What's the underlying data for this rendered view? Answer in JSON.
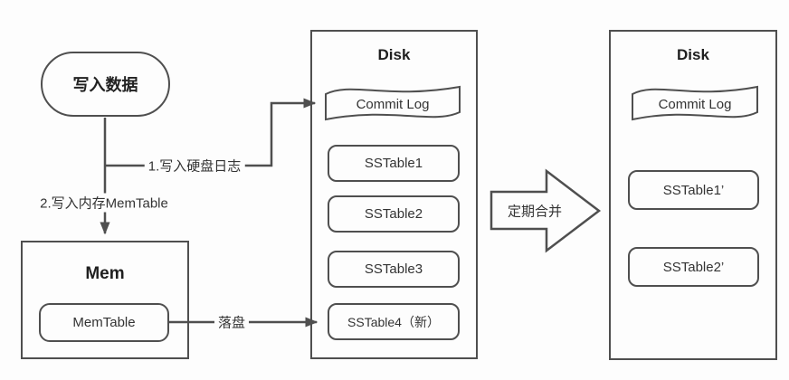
{
  "style": {
    "stroke_color": "#4f4f4f",
    "background_color": "#fdfdfd",
    "text_color": "#333333"
  },
  "nodes": {
    "write_data": {
      "label": "写入数据"
    },
    "mem": {
      "title": "Mem",
      "memtable_label": "MemTable"
    },
    "disk1": {
      "title": "Disk",
      "commit_log_label": "Commit Log",
      "sstables": [
        "SSTable1",
        "SSTable2",
        "SSTable3",
        "SSTable4（新）"
      ]
    },
    "disk2": {
      "title": "Disk",
      "commit_log_label": "Commit Log",
      "sstables": [
        "SSTable1’",
        "SSTable2’"
      ]
    }
  },
  "edges": {
    "write_log_label": "1.写入硬盘日志",
    "write_mem_label": "2.写入内存MemTable",
    "flush_label": "落盘",
    "merge_label": "定期合并"
  }
}
